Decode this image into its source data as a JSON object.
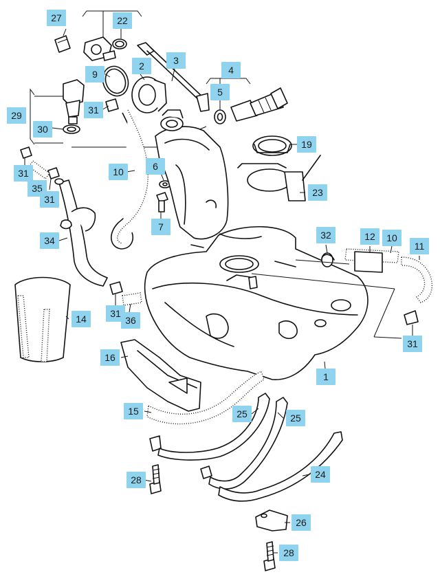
{
  "callouts": {
    "c1": "1",
    "c2": "2",
    "c3": "3",
    "c4": "4",
    "c5": "5",
    "c6": "6",
    "c7": "7",
    "c9": "9",
    "c10a": "10",
    "c10b": "10",
    "c11": "11",
    "c12": "12",
    "c14": "14",
    "c15": "15",
    "c16": "16",
    "c19": "19",
    "c22": "22",
    "c23": "23",
    "c24": "24",
    "c25a": "25",
    "c25b": "25",
    "c26": "26",
    "c27": "27",
    "c28a": "28",
    "c28b": "28",
    "c29": "29",
    "c30": "30",
    "c31a": "31",
    "c31b": "31",
    "c31c": "31",
    "c31d": "31",
    "c31e": "31",
    "c32": "32",
    "c34": "34",
    "c35": "35",
    "c36": "36"
  },
  "colors": {
    "callout_bg": "#8fd3ef",
    "line": "#111111",
    "background": "#ffffff"
  }
}
